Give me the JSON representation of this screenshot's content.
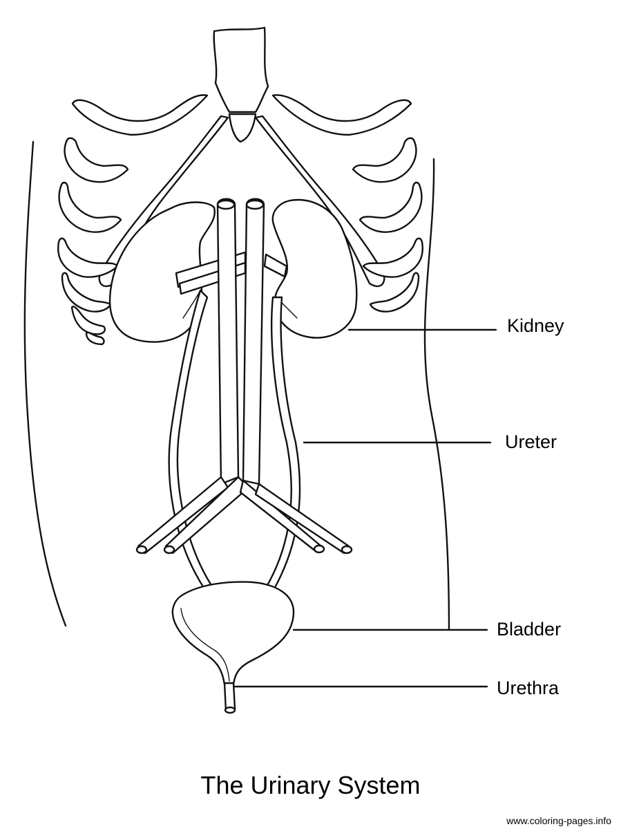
{
  "diagram": {
    "title": "The Urinary System",
    "labels": {
      "kidney": "Kidney",
      "ureter": "Ureter",
      "bladder": "Bladder",
      "urethra": "Urethra"
    }
  },
  "watermark": "www.coloring-pages.info",
  "colors": {
    "line": "#111111",
    "background": "#ffffff"
  }
}
